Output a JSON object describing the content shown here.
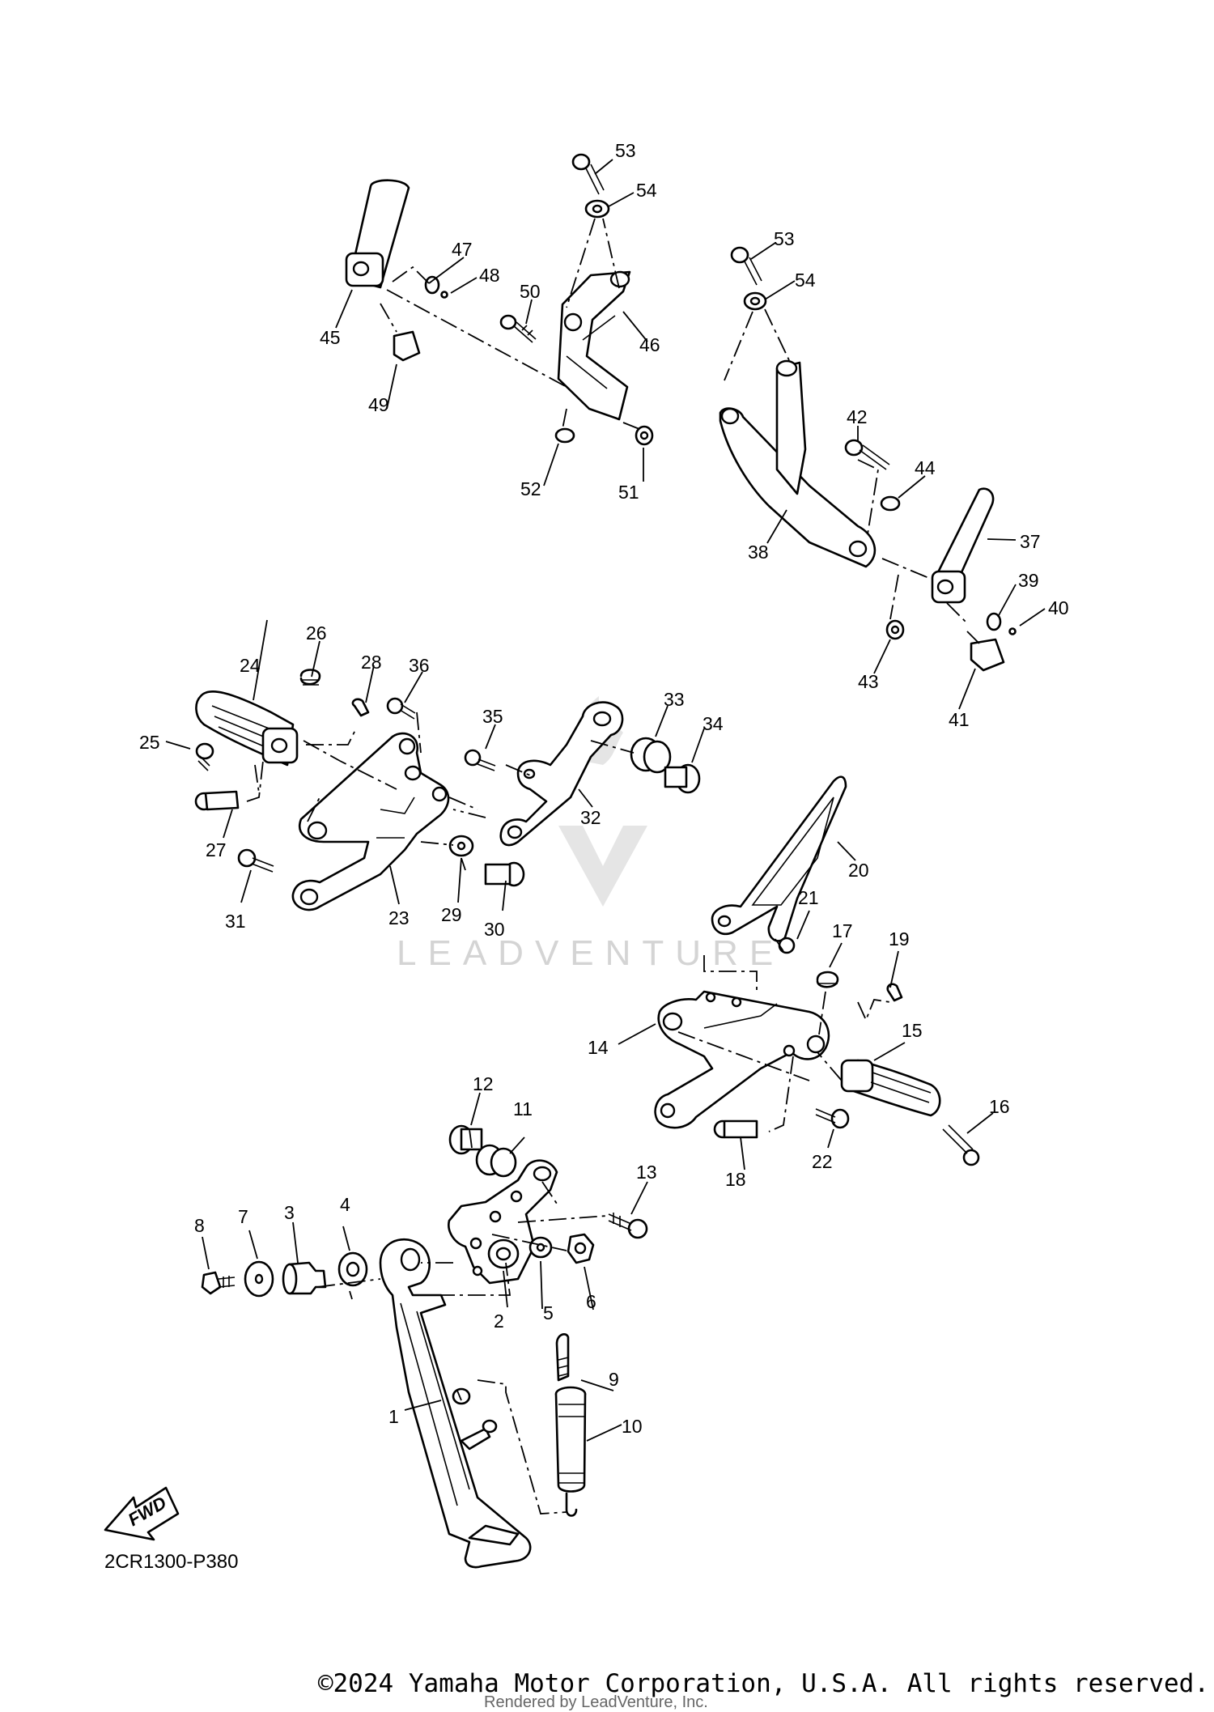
{
  "diagram_code": "2CR1300-P380",
  "fwd_label": "FWD",
  "watermark": "LEADVENTURE",
  "copyright": "©2024 Yamaha Motor Corporation, U.S.A. All rights reserved.",
  "rendered_by": "Rendered by LeadVenture, Inc.",
  "callouts": [
    "1",
    "2",
    "3",
    "4",
    "5",
    "6",
    "7",
    "8",
    "9",
    "10",
    "11",
    "12",
    "13",
    "14",
    "15",
    "16",
    "17",
    "18",
    "19",
    "20",
    "21",
    "22",
    "23",
    "24",
    "25",
    "26",
    "27",
    "28",
    "29",
    "30",
    "31",
    "32",
    "33",
    "34",
    "35",
    "36",
    "37",
    "38",
    "39",
    "40",
    "41",
    "42",
    "43",
    "44",
    "45",
    "46",
    "47",
    "48",
    "49",
    "50",
    "51",
    "52",
    "53",
    "54",
    "53",
    "54"
  ]
}
